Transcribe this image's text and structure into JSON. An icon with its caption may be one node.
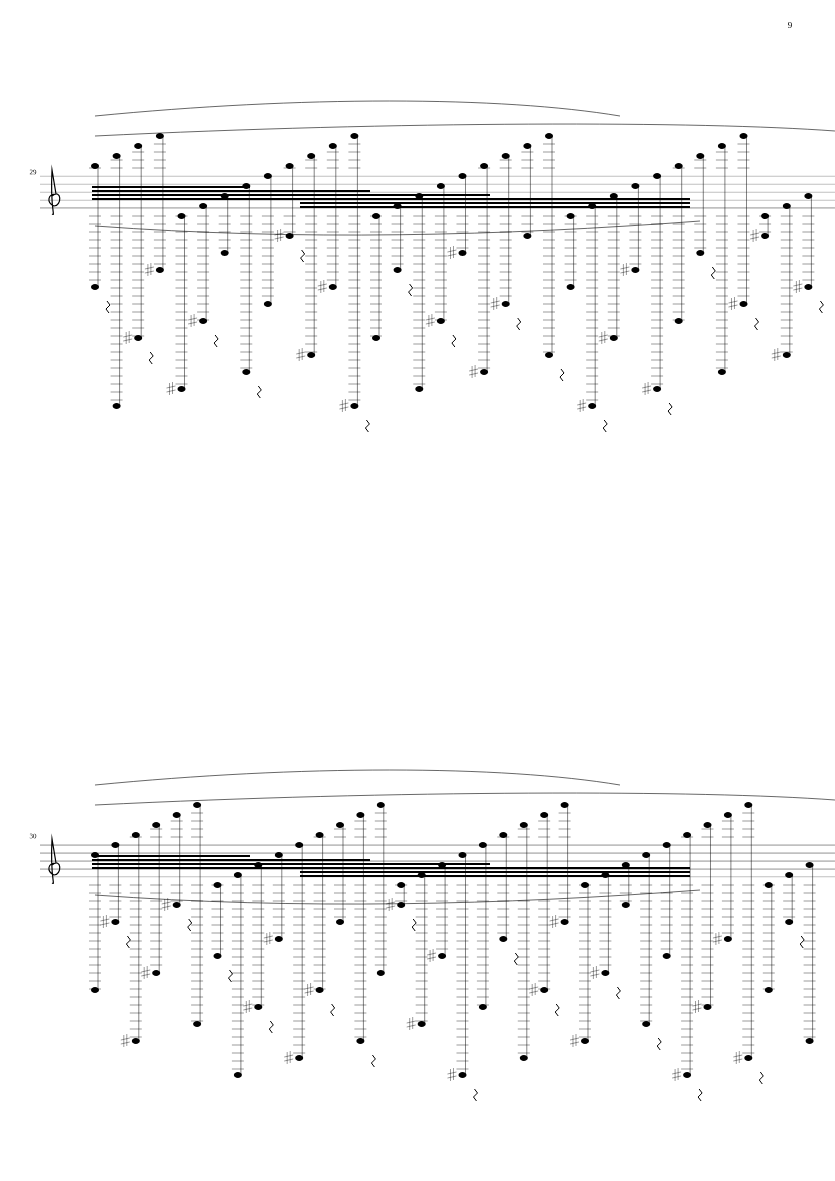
{
  "diagram": {
    "labels": [
      "9",
      "29",
      "30"
    ]
  }
}
